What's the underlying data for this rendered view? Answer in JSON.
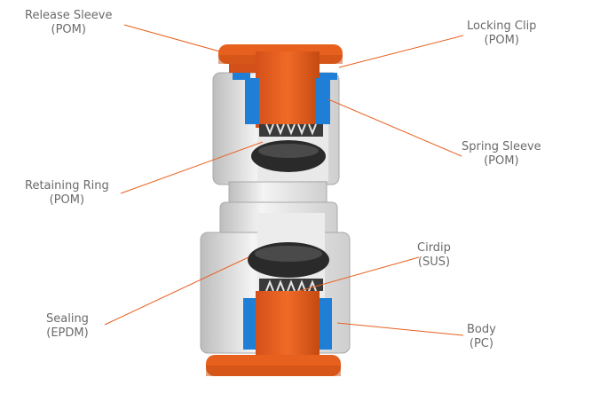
{
  "colors": {
    "orange": "#e8601e",
    "orange_dark": "#c44a12",
    "blue": "#1f7fd6",
    "body_grey": "#dcdcdc",
    "seal_black": "#2a2a2a",
    "leader": "#e8601e",
    "text": "#6b6b6b"
  },
  "labels": {
    "release_sleeve": {
      "name": "Release Sleeve",
      "material": "(POM)"
    },
    "locking_clip": {
      "name": "Locking Clip",
      "material": "(POM)"
    },
    "spring_sleeve": {
      "name": "Spring Sleeve",
      "material": "(POM)"
    },
    "retaining_ring": {
      "name": "Retaining Ring",
      "material": "(POM)"
    },
    "cirdip": {
      "name": "Cirdip",
      "material": "(SUS)"
    },
    "sealing": {
      "name": "Sealing",
      "material": "(EPDM)"
    },
    "body": {
      "name": "Body",
      "material": "(PC)"
    }
  }
}
